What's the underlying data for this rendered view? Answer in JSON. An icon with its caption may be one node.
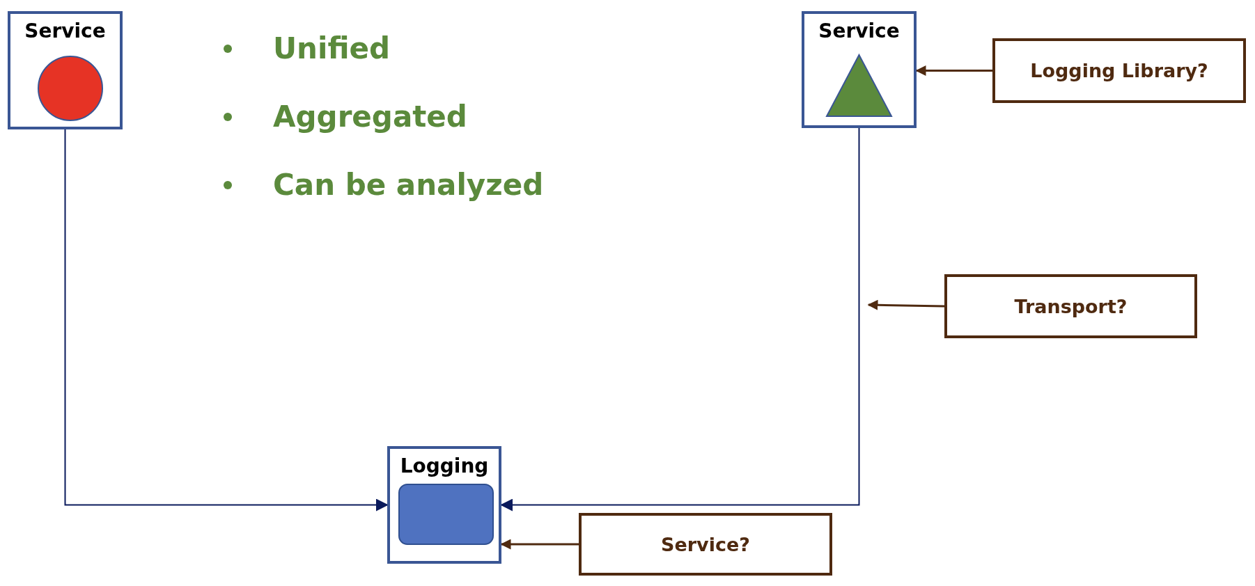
{
  "diagram": {
    "nodes": [
      {
        "text": [
          "Service"
        ]
      },
      {
        "text": [],
        "shape": "circle",
        "in": 0
      },
      {
        "text": [
          "Service"
        ]
      },
      {
        "text": [],
        "shape": "triangle",
        "in": 2
      },
      {
        "text": [
          "Logging Library?"
        ]
      },
      {
        "text": [
          "Transport?"
        ]
      },
      {
        "text": [
          "Logging"
        ]
      },
      {
        "text": [],
        "shape": "box",
        "in": 6
      },
      {
        "text": [
          "Service?"
        ]
      }
    ],
    "edges": [
      {
        "from": 0,
        "to": 6,
        "arrow": "to"
      },
      {
        "from": 2,
        "to": 6,
        "arrow": "to"
      },
      {
        "from": 4,
        "to": 2,
        "arrow": "to",
        "color": "#4f2a10"
      },
      {
        "from": 5,
        "to": null,
        "arrow": "to",
        "color": "#4f2a10"
      },
      {
        "from": 8,
        "to": 6,
        "arrow": "to",
        "color": "#4f2a10"
      }
    ],
    "labels": [
      "Unified",
      "Aggregated",
      "Can be analyzed"
    ]
  }
}
